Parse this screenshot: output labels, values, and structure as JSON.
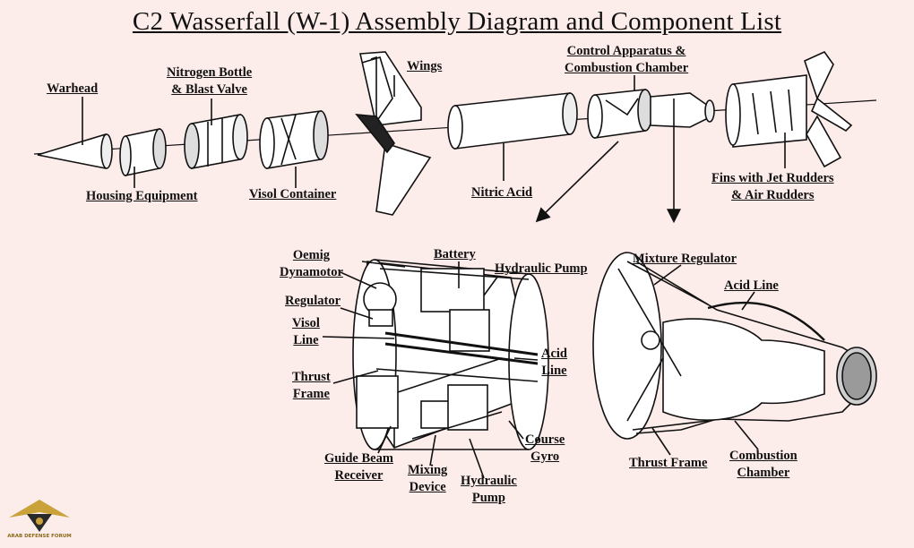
{
  "title": "C2 Wasserfall (W-1) Assembly Diagram and Component List",
  "top_labels": {
    "warhead": [
      "Warhead"
    ],
    "nitrogen": [
      "Nitrogen Bottle",
      "& Blast Valve"
    ],
    "wings": [
      "Wings"
    ],
    "control": [
      "Control Apparatus &",
      "Combustion Chamber"
    ],
    "housing": [
      "Housing Equipment"
    ],
    "visol_container": [
      "Visol Container"
    ],
    "nitric": [
      "Nitric Acid"
    ],
    "fins": [
      "Fins with Jet Rudders",
      "& Air Rudders"
    ]
  },
  "left_detail": {
    "oemig": [
      "Oemig",
      "Dynamotor"
    ],
    "battery": [
      "Battery"
    ],
    "hydraulic_pump_top": [
      "Hydraulic Pump"
    ],
    "regulator": [
      "Regulator"
    ],
    "visol_line": [
      "Visol",
      "Line"
    ],
    "acid_line": [
      "Acid",
      "Line"
    ],
    "thrust_frame": [
      "Thrust",
      "Frame"
    ],
    "course_gyro": [
      "Course",
      "Gyro"
    ],
    "guide_beam": [
      "Guide Beam",
      "Receiver"
    ],
    "mixing": [
      "Mixing",
      "Device"
    ],
    "hydraulic_pump_bottom": [
      "Hydraulic",
      "Pump"
    ]
  },
  "right_detail": {
    "mixture_regulator": [
      "Mixture Regulator"
    ],
    "acid_line": [
      "Acid Line"
    ],
    "thrust_frame": [
      "Thrust Frame"
    ],
    "combustion_chamber": [
      "Combustion",
      "Chamber"
    ]
  },
  "logo": {
    "icon": "arab-defense-forum-logo",
    "text": "ARAB DEFENSE FORUM"
  },
  "colors": {
    "background": "#fcecea",
    "ink": "#111111"
  }
}
